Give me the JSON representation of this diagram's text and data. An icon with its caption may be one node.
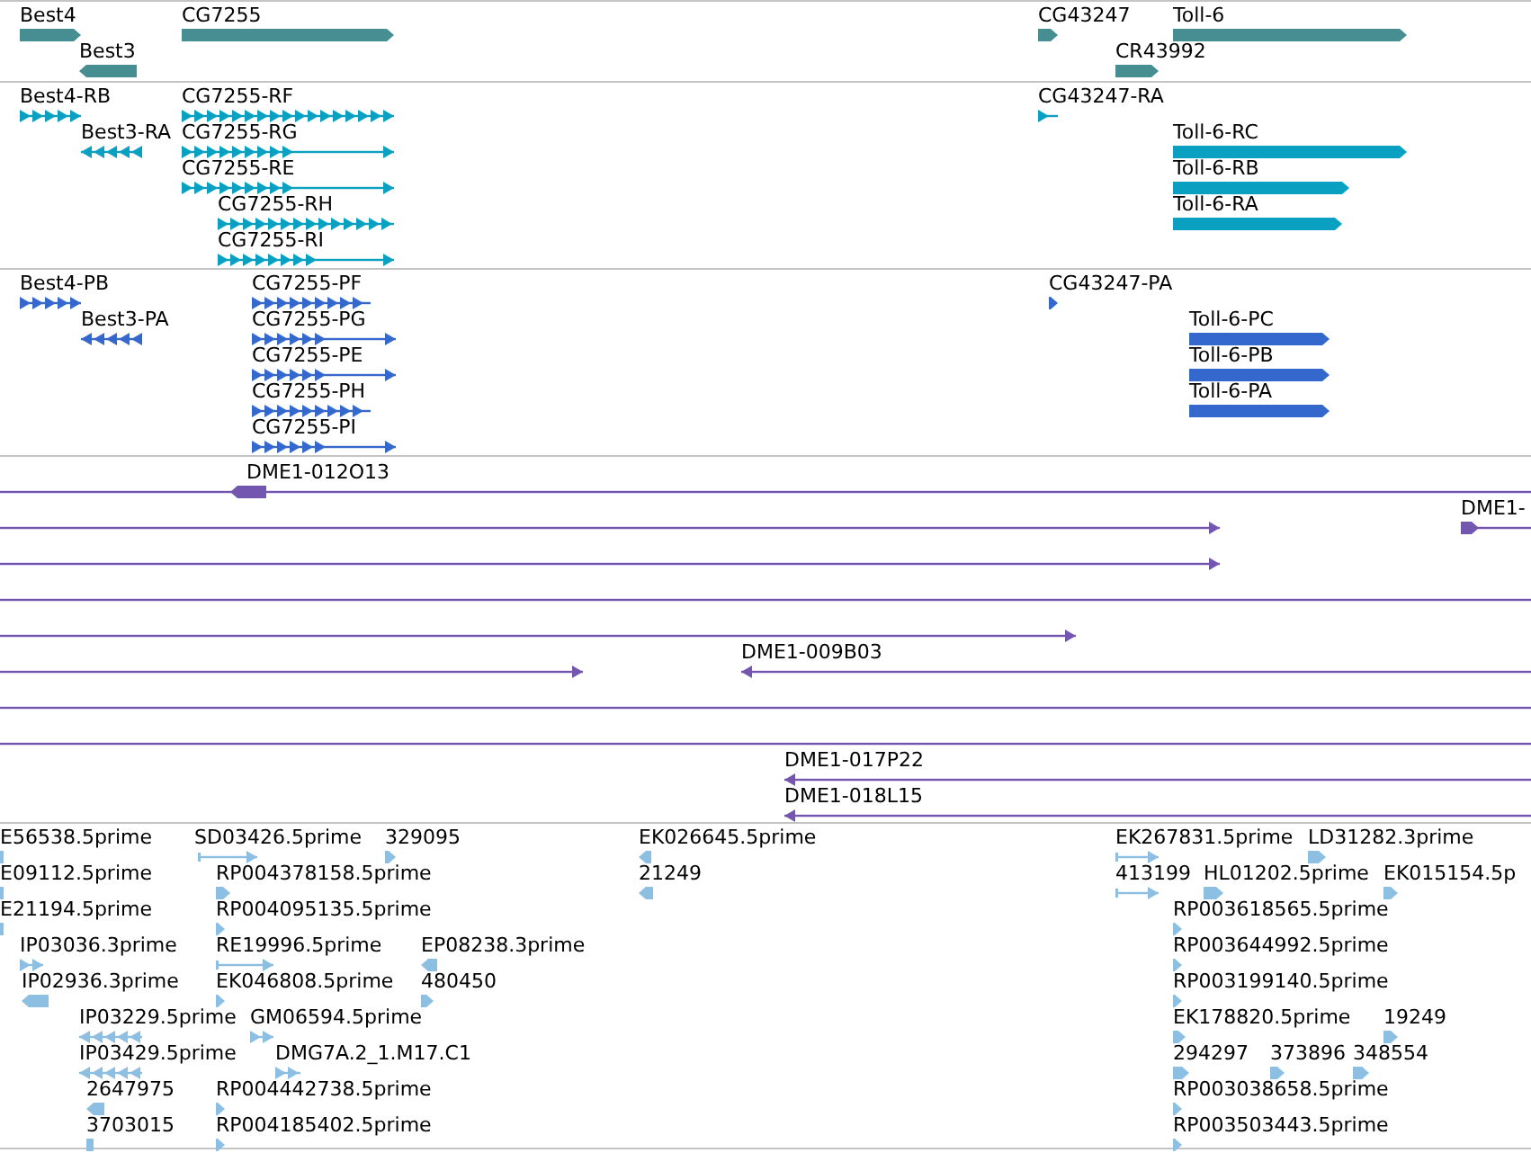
{
  "diagram": {
    "nodes": [
      {
        "text": [
          "Best4"
        ]
      },
      {
        "text": [
          "CG7255"
        ]
      },
      {
        "text": [
          "CG43247"
        ]
      },
      {
        "text": [
          "Toll-6"
        ]
      },
      {
        "text": [
          "Best3"
        ]
      },
      {
        "text": [
          "CR43992"
        ]
      },
      {
        "text": [
          "Best4-RB"
        ]
      },
      {
        "text": [
          "CG7255-RF"
        ]
      },
      {
        "text": [
          "CG43247-RA"
        ]
      },
      {
        "text": [
          "Best3-RA"
        ]
      },
      {
        "text": [
          "CG7255-RG"
        ]
      },
      {
        "text": [
          "Toll-6-RC"
        ]
      },
      {
        "text": [
          "CG7255-RE"
        ]
      },
      {
        "text": [
          "Toll-6-RB"
        ]
      },
      {
        "text": [
          "CG7255-RH"
        ]
      },
      {
        "text": [
          "Toll-6-RA"
        ]
      },
      {
        "text": [
          "CG7255-RI"
        ]
      },
      {
        "text": [
          "Best4-PB"
        ]
      },
      {
        "text": [
          "CG7255-PF"
        ]
      },
      {
        "text": [
          "CG43247-PA"
        ]
      },
      {
        "text": [
          "Best3-PA"
        ]
      },
      {
        "text": [
          "CG7255-PG"
        ]
      },
      {
        "text": [
          "Toll-6-PC"
        ]
      },
      {
        "text": [
          "CG7255-PE"
        ]
      },
      {
        "text": [
          "Toll-6-PB"
        ]
      },
      {
        "text": [
          "CG7255-PH"
        ]
      },
      {
        "text": [
          "Toll-6-PA"
        ]
      },
      {
        "text": [
          "CG7255-PI"
        ]
      },
      {
        "text": [
          "DME1-012O13"
        ]
      },
      {
        "text": [],
        "shape": "bar"
      },
      {
        "text": [
          "DME1-"
        ]
      },
      {
        "text": [],
        "shape": "bar"
      },
      {
        "text": [],
        "shape": "bar"
      },
      {
        "text": [],
        "shape": "bar"
      },
      {
        "text": [],
        "shape": "bar"
      },
      {
        "text": [
          "DME1-009B03"
        ]
      },
      {
        "text": [],
        "shape": "bar"
      },
      {
        "text": [],
        "shape": "bar"
      },
      {
        "text": [
          "DME1-017P22"
        ]
      },
      {
        "text": [
          "DME1-018L15"
        ]
      },
      {
        "text": [
          "E56538.5prime"
        ]
      },
      {
        "text": [
          "SD03426.5prime"
        ]
      },
      {
        "text": [
          "329095"
        ]
      },
      {
        "text": [
          "EK026645.5prime"
        ]
      },
      {
        "text": [
          "EK267831.5prime"
        ]
      },
      {
        "text": [
          "LD31282.3prime"
        ]
      },
      {
        "text": [
          "E09112.5prime"
        ]
      },
      {
        "text": [
          "RP004378158.5prime"
        ]
      },
      {
        "text": [
          "21249"
        ]
      },
      {
        "text": [
          "413199"
        ]
      },
      {
        "text": [
          "HL01202.5prime"
        ]
      },
      {
        "text": [
          "EK015154.5p"
        ]
      },
      {
        "text": [
          "E21194.5prime"
        ]
      },
      {
        "text": [
          "RP004095135.5prime"
        ]
      },
      {
        "text": [
          "RP003618565.5prime"
        ]
      },
      {
        "text": [
          "IP03036.3prime"
        ]
      },
      {
        "text": [
          "RE19996.5prime"
        ]
      },
      {
        "text": [
          "EP08238.3prime"
        ]
      },
      {
        "text": [
          "RP003644992.5prime"
        ]
      },
      {
        "text": [
          "IP02936.3prime"
        ]
      },
      {
        "text": [
          "EK046808.5prime"
        ]
      },
      {
        "text": [
          "480450"
        ]
      },
      {
        "text": [
          "RP003199140.5prime"
        ]
      },
      {
        "text": [
          "IP03229.5prime"
        ]
      },
      {
        "text": [
          "GM06594.5prime"
        ]
      },
      {
        "text": [
          "EK178820.5prime"
        ]
      },
      {
        "text": [
          "19249"
        ]
      },
      {
        "text": [
          "IP03429.5prime"
        ]
      },
      {
        "text": [
          "DMG7A.2_1.M17.C1"
        ]
      },
      {
        "text": [
          "294297"
        ]
      },
      {
        "text": [
          "373896"
        ]
      },
      {
        "text": [
          "348554"
        ]
      },
      {
        "text": [
          "2647975"
        ]
      },
      {
        "text": [
          "RP004442738.5prime"
        ]
      },
      {
        "text": [
          "RP003038658.5prime"
        ]
      },
      {
        "text": [
          "3703015"
        ]
      },
      {
        "text": [
          "RP004185402.5prime"
        ]
      },
      {
        "text": [
          "RP003503443.5prime"
        ]
      }
    ]
  }
}
